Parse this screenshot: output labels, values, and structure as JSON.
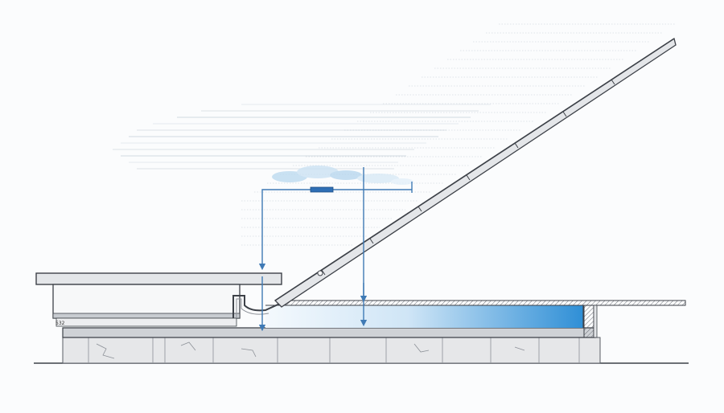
{
  "diagram": {
    "labels": {
      "foundation_tag": "532"
    },
    "colors": {
      "background": "#fbfcfd",
      "line_dark": "#3d4148",
      "metal_light": "#e4e6e9",
      "metal_mid": "#c8ccd1",
      "water_light": "#e8f3fb",
      "water_mid": "#8fc3ea",
      "water_dark": "#2f8fd6",
      "flow_arrow": "#3f7ab5",
      "stone": "#e6e7e9",
      "speed_lines": "#a9b7c4"
    },
    "components": [
      "solar-panel",
      "canopy-roof",
      "gutter-channel",
      "water-basin",
      "foundation-blocks",
      "wind-lines",
      "cloud",
      "flow-arrows"
    ]
  }
}
